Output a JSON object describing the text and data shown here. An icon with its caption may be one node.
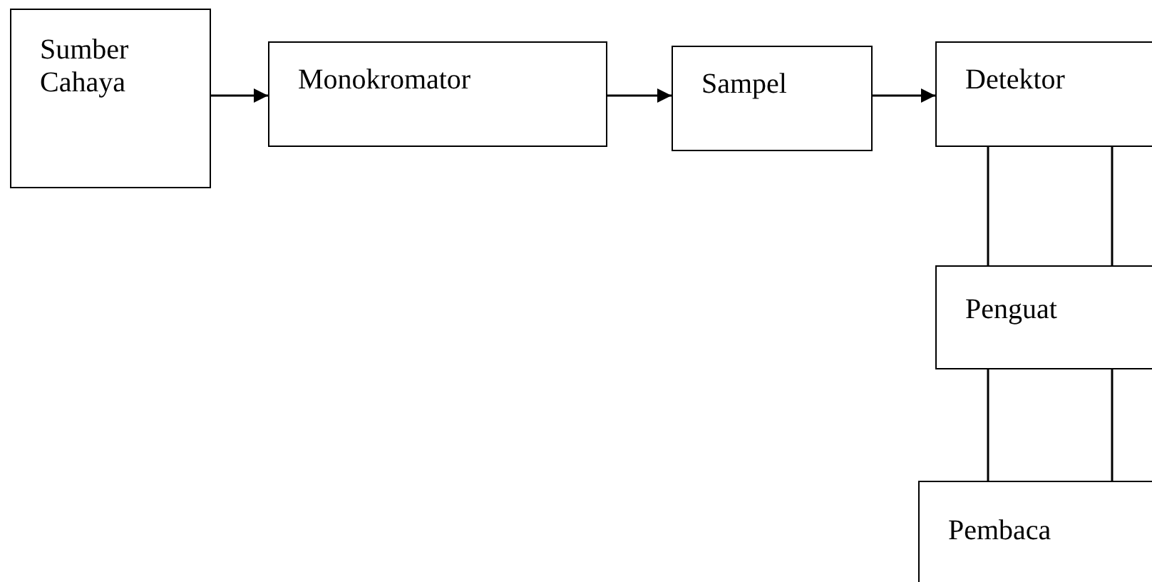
{
  "diagram": {
    "nodes": [
      {
        "text": [
          "Sumber Cahaya"
        ]
      },
      {
        "text": [
          "Monokromator"
        ]
      },
      {
        "text": [
          "Sampel"
        ]
      },
      {
        "text": [
          "Detektor"
        ]
      },
      {
        "text": [
          "Penguat"
        ]
      },
      {
        "text": [
          "Pembaca"
        ]
      }
    ],
    "edges": [
      {
        "from": 0,
        "to": 1,
        "arrow": "to"
      },
      {
        "from": 1,
        "to": 2,
        "arrow": "to"
      },
      {
        "from": 2,
        "to": 3,
        "arrow": "to"
      },
      {
        "from": 3,
        "to": 4,
        "arrow": "none"
      },
      {
        "from": 3,
        "to": 4,
        "arrow": "none"
      },
      {
        "from": 4,
        "to": 5,
        "arrow": "none"
      },
      {
        "from": 4,
        "to": 5,
        "arrow": "none"
      }
    ]
  }
}
